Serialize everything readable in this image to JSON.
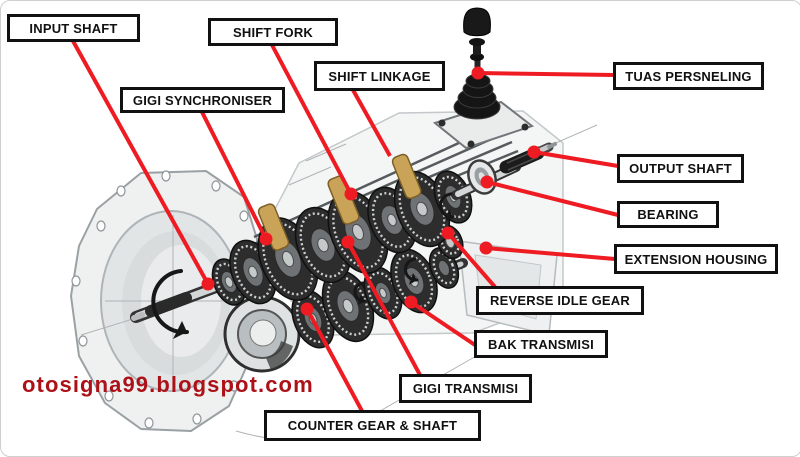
{
  "diagram": {
    "subject": "manual transmission cutaway",
    "labels": {
      "input_shaft": "INPUT SHAFT",
      "shift_fork": "SHIFT FORK",
      "shift_linkage": "SHIFT LINKAGE",
      "tuas_persneling": "TUAS PERSNELING",
      "gigi_synchroniser": "GIGI SYNCHRONISER",
      "output_shaft": "OUTPUT SHAFT",
      "bearing": "BEARING",
      "extension_housing": "EXTENSION HOUSING",
      "reverse_idle_gear": "REVERSE IDLE GEAR",
      "bak_transmisi": "BAK TRANSMISI",
      "gigi_transmisi": "GIGI TRANSMISI",
      "counter_gear_shaft": "COUNTER GEAR & SHAFT"
    },
    "watermark": "otosigna99.blogspot.com",
    "colors": {
      "leader_line": "#ee1b23",
      "label_border": "#111111",
      "watermark": "#ad1118",
      "brass_fork": "#c9a458",
      "gear_dark": "#2d2d2d"
    }
  }
}
